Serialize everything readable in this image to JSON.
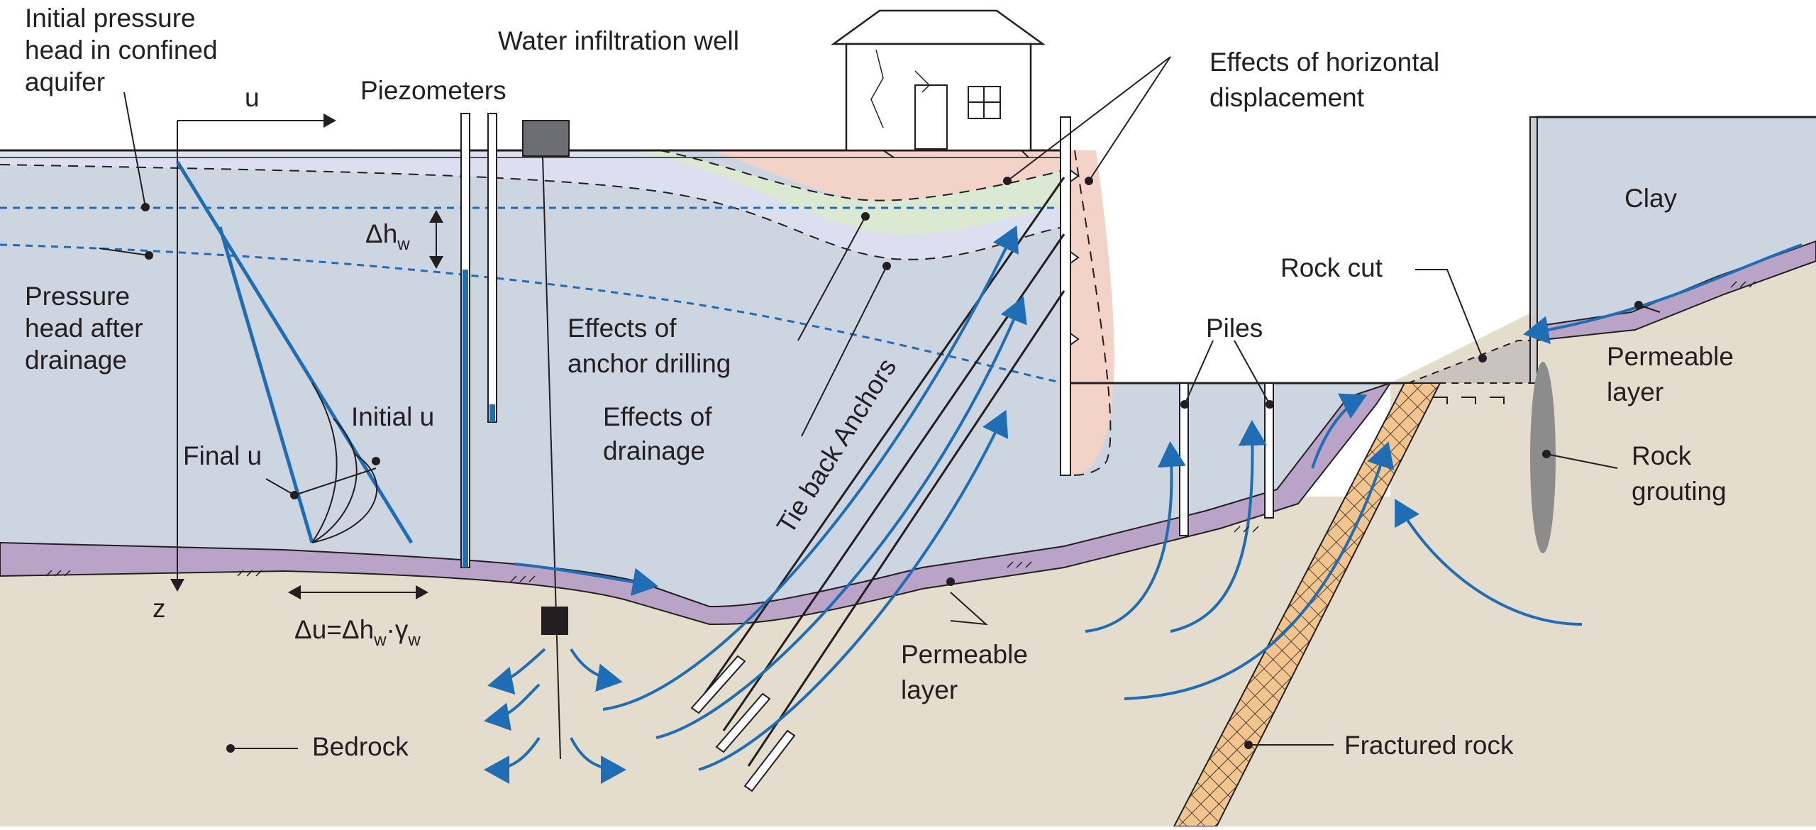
{
  "labels": {
    "initial_pressure_head": [
      "Initial pressure",
      "head in confined",
      "aquifer"
    ],
    "u_axis": "u",
    "z_axis": "z",
    "piezometers": "Piezometers",
    "water_infiltration_well": "Water infiltration well",
    "delta_hw": "Δh",
    "delta_hw_sub": "w",
    "pressure_head_after": [
      "Pressure",
      "head after",
      "drainage"
    ],
    "effects_anchor_drilling": [
      "Effects of",
      "anchor drilling"
    ],
    "effects_drainage": [
      "Effects of",
      "drainage"
    ],
    "tie_back_anchors": "Tie back Anchors",
    "effects_horizontal": [
      "Effects of horizontal",
      "displacement"
    ],
    "initial_u": "Initial u",
    "final_u": "Final u",
    "delta_u_formula": "Δu=Δh",
    "delta_u_sub1": "w",
    "delta_u_mid": "·γ",
    "delta_u_sub2": "w",
    "bedrock": "Bedrock",
    "permeable_layer_bottom": [
      "Permeable",
      "layer"
    ],
    "piles": "Piles",
    "rock_cut": "Rock cut",
    "clay": "Clay",
    "permeable_layer_right": [
      "Permeable",
      "layer"
    ],
    "rock_grouting": [
      "Rock",
      "grouting"
    ],
    "fractured_rock": "Fractured rock"
  },
  "colors": {
    "bedrock": "#e4dccd",
    "clay": "#cdd5e1",
    "permeable": "#b9a4c8",
    "water_line": "#1f6eb5",
    "arrow": "#1f6eb5",
    "horizontal_displacement": "#f3d2c8",
    "anchor_drilling": "#dbe8d2",
    "drainage_zone": "#dcdff0",
    "fractured_rock": "#f2c58e",
    "grout": "#8c8c8c",
    "rock_cut": "#c9c3bd"
  }
}
